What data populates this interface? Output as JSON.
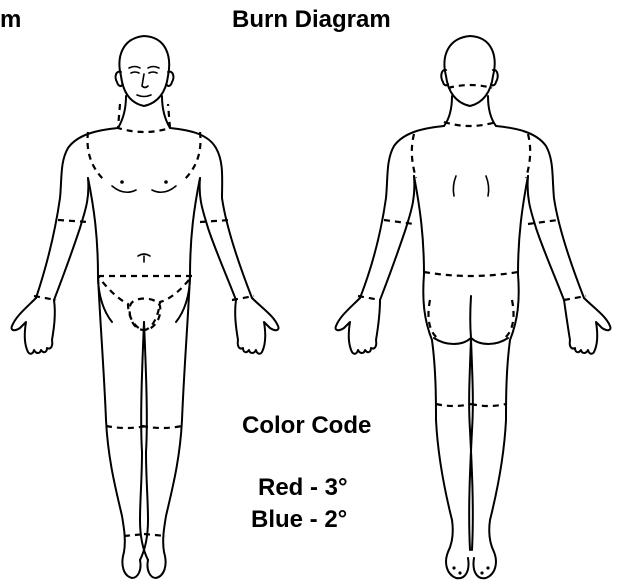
{
  "diagram": {
    "title_cut": "m",
    "title": "Burn Diagram",
    "color_code": {
      "title": "Color Code",
      "entries": [
        {
          "text": "Red - 3°",
          "color_name": "Red",
          "degree": "3°"
        },
        {
          "text": "Blue - 2°",
          "color_name": "Blue",
          "degree": "2°"
        }
      ]
    },
    "figures": [
      "front-view",
      "back-view"
    ],
    "line_color": "#000000",
    "background_color": "#ffffff"
  }
}
